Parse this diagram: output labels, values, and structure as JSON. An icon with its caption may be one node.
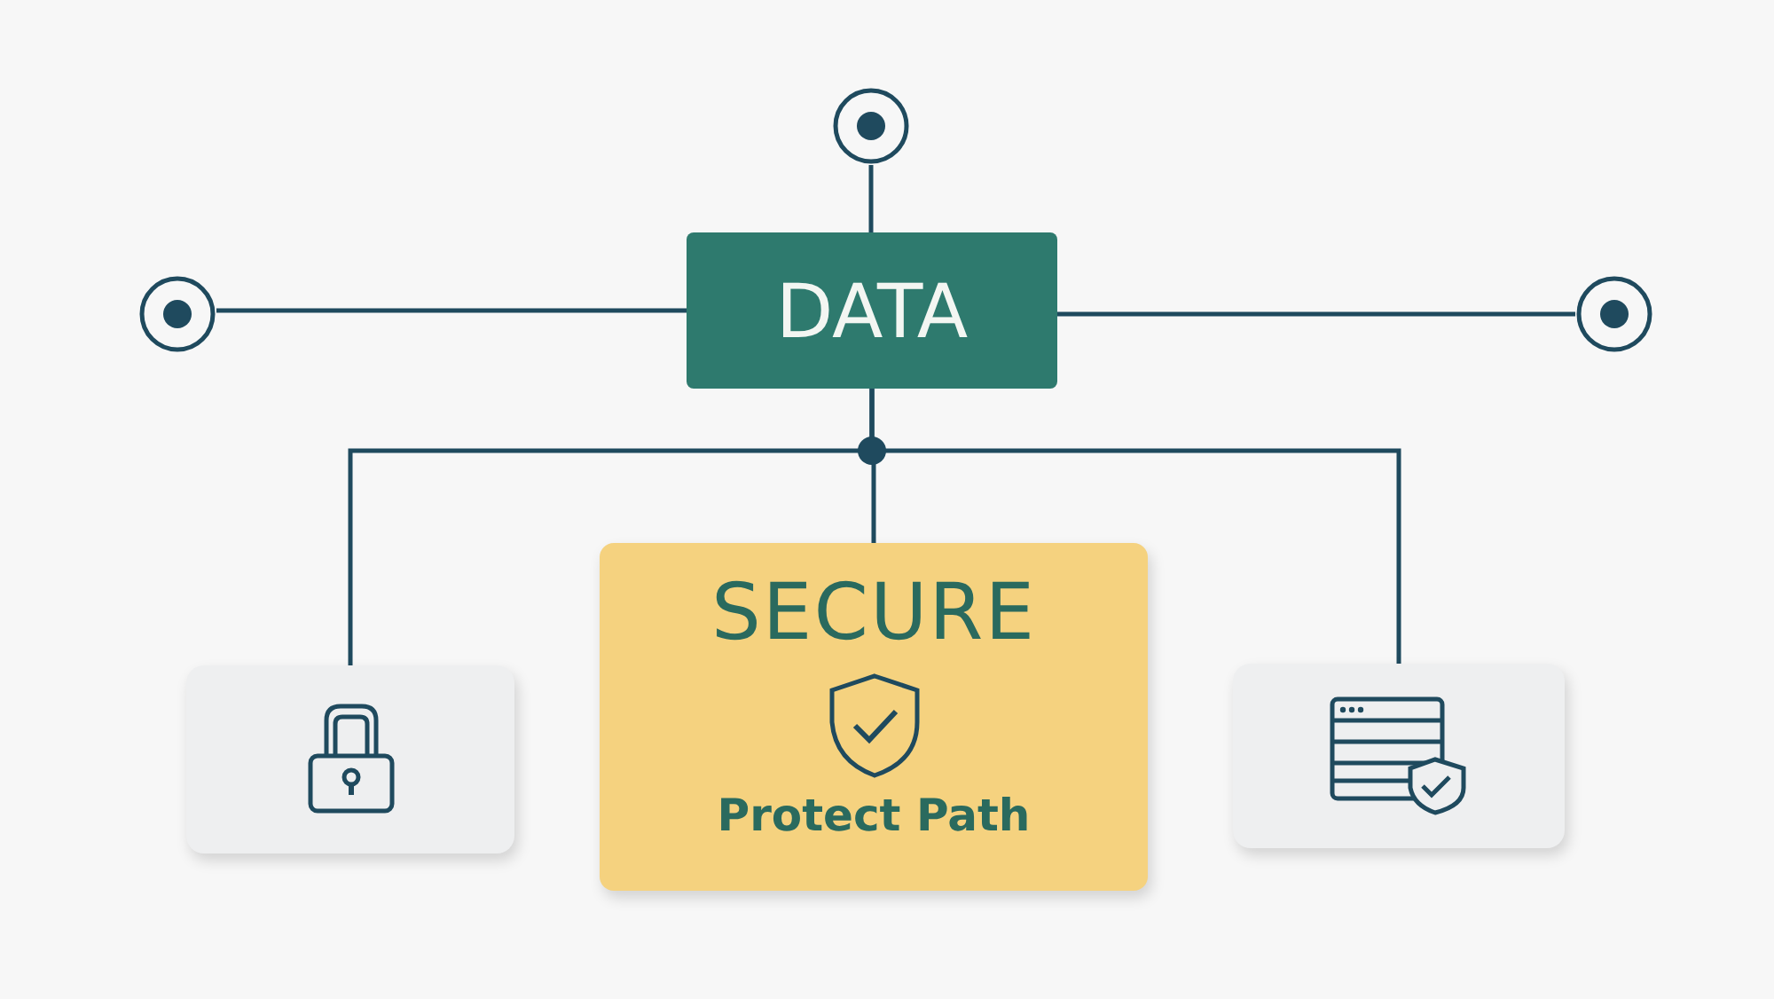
{
  "diagram": {
    "nodes": [
      {
        "text": [],
        "shape": "circle"
      },
      {
        "text": [],
        "shape": "circle"
      },
      {
        "text": [
          "DATA"
        ]
      },
      {
        "text": [],
        "shape": "circle"
      },
      {
        "text": [],
        "shape": "box"
      },
      {
        "text": [
          "SECURE",
          "Protect Path"
        ]
      },
      {
        "text": [],
        "shape": "box"
      }
    ],
    "edges": [
      {
        "from": 2,
        "to": 0,
        "arrow": "none"
      },
      {
        "from": 1,
        "to": 2,
        "arrow": "none"
      },
      {
        "from": 2,
        "to": 3,
        "arrow": "none"
      },
      {
        "from": 2,
        "to": 4,
        "arrow": "none"
      },
      {
        "from": 2,
        "to": 5,
        "arrow": "none"
      },
      {
        "from": 2,
        "to": 6,
        "arrow": "none"
      }
    ]
  }
}
